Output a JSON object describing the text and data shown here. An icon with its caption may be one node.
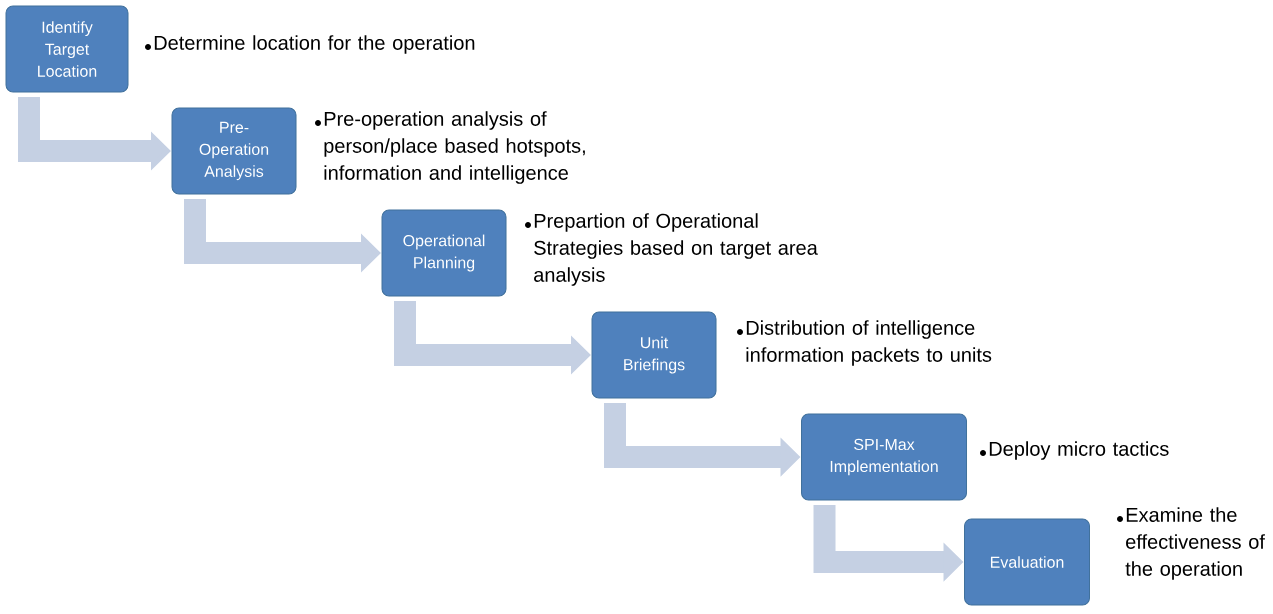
{
  "diagram": {
    "nodes": [
      {
        "text": [
          "Identify Target Location"
        ],
        "beside": [
          "Determine location for the operation"
        ]
      },
      {
        "text": [
          "Pre-Operation Analysis"
        ],
        "beside": [
          "Pre-operation analysis of person/place based hotspots, information and intelligence"
        ]
      },
      {
        "text": [
          "Operational Planning"
        ],
        "beside": [
          "Prepartion of Operational Strategies based on target area analysis"
        ]
      },
      {
        "text": [
          "Unit Briefings"
        ],
        "beside": [
          "Distribution of intelligence information packets to units"
        ]
      },
      {
        "text": [
          "SPI-Max Implementation"
        ],
        "beside": [
          "Deploy micro tactics"
        ]
      },
      {
        "text": [
          "Evaluation"
        ],
        "beside": [
          "Examine the effectiveness of the operation"
        ]
      }
    ],
    "edges": [
      {
        "from": 0,
        "to": 1,
        "arrow": "to"
      },
      {
        "from": 1,
        "to": 2,
        "arrow": "to"
      },
      {
        "from": 2,
        "to": 3,
        "arrow": "to"
      },
      {
        "from": 3,
        "to": 4,
        "arrow": "to"
      },
      {
        "from": 4,
        "to": 5,
        "arrow": "to"
      }
    ]
  }
}
